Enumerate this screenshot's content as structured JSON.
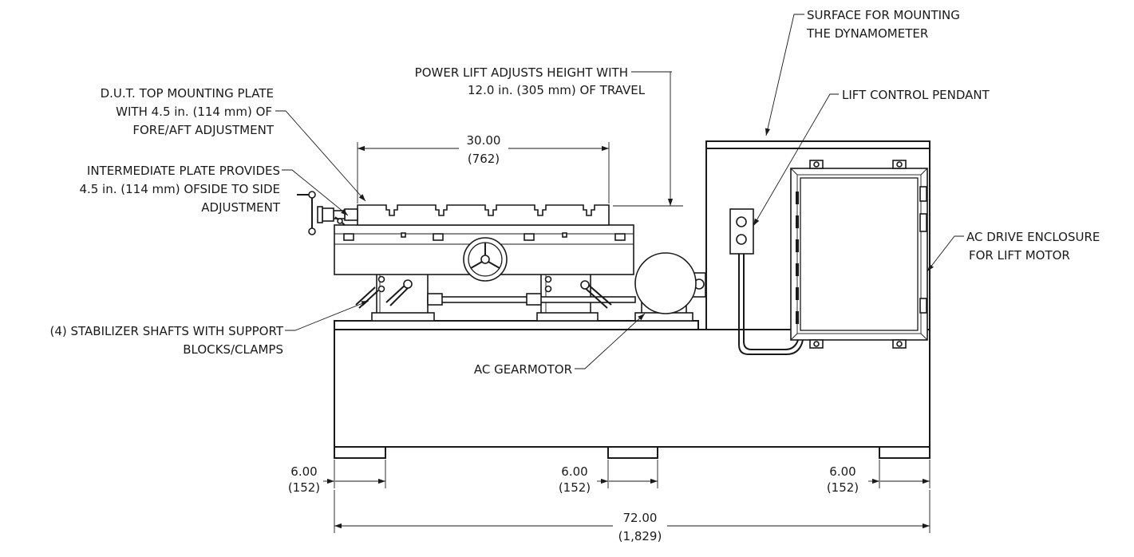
{
  "callouts": {
    "surface_1": "SURFACE FOR MOUNTING",
    "surface_2": "THE DYNAMOMETER",
    "power_lift_1": "POWER LIFT ADJUSTS HEIGHT WITH",
    "power_lift_2": "12.0 in. (305 mm) OF TRAVEL",
    "pendant": "LIFT CONTROL PENDANT",
    "dut_1": "D.U.T. TOP MOUNTING PLATE",
    "dut_2": "WITH 4.5 in. (114 mm) OF",
    "dut_3": "FORE/AFT ADJUSTMENT",
    "intermediate_1": "INTERMEDIATE PLATE PROVIDES",
    "intermediate_2": "4.5 in. (114 mm) OFSIDE TO SIDE",
    "intermediate_3": "ADJUSTMENT",
    "ac_drive_1": "AC DRIVE ENCLOSURE",
    "ac_drive_2": "FOR LIFT MOTOR",
    "stabilizer_1": "(4) STABILIZER SHAFTS WITH SUPPORT",
    "stabilizer_2": "BLOCKS/CLAMPS",
    "gearmotor": "AC GEARMOTOR"
  },
  "dimensions": {
    "top_plate_in": "30.00",
    "top_plate_mm": "(762)",
    "foot_left_in": "6.00",
    "foot_left_mm": "(152)",
    "foot_mid_in": "6.00",
    "foot_mid_mm": "(152)",
    "foot_right_in": "6.00",
    "foot_right_mm": "(152)",
    "overall_in": "72.00",
    "overall_mm": "(1,829)"
  }
}
